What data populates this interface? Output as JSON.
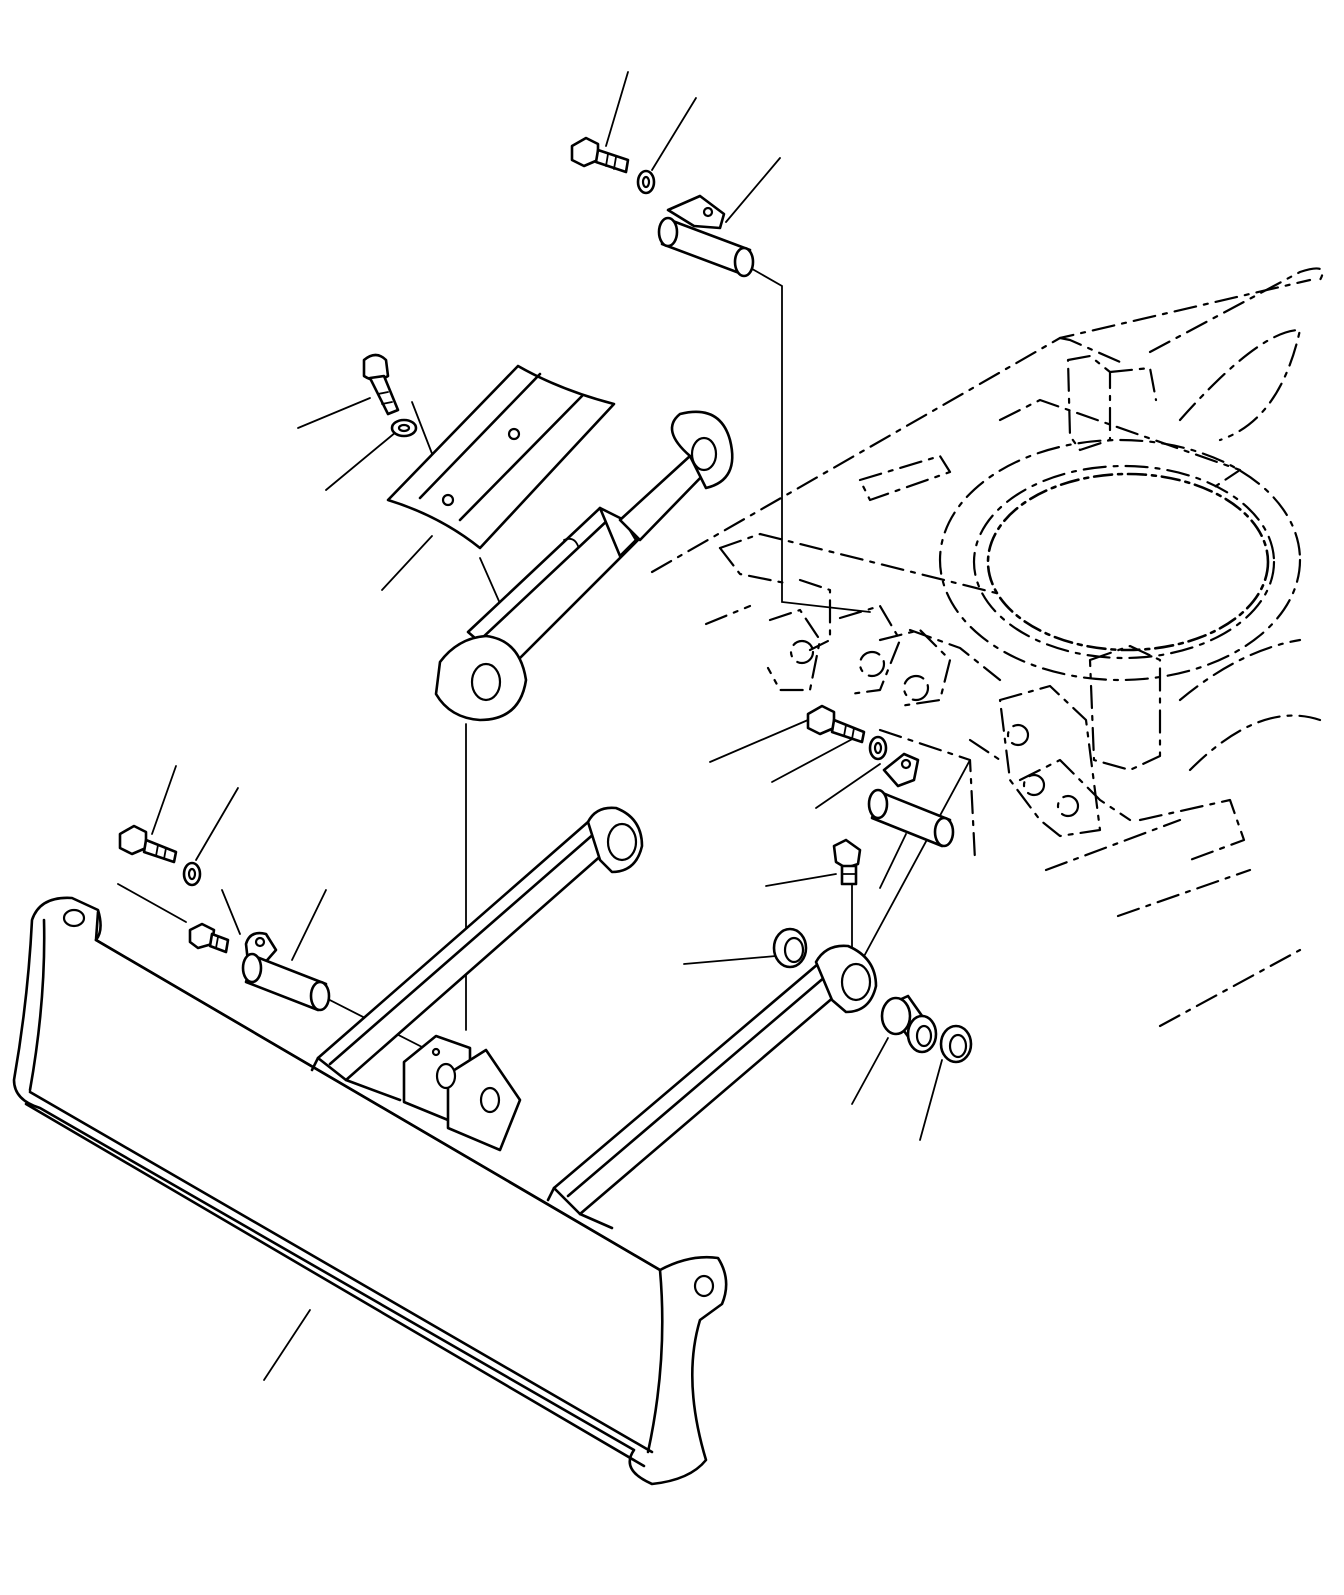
{
  "drawing": {
    "type": "exploded-parts-diagram",
    "colors": {
      "line": "#000000",
      "background": "#ffffff"
    },
    "parts": [
      "bolt-top",
      "washer-top",
      "pin-top",
      "bolt-cover",
      "washer-cover",
      "cylinder-cover",
      "blade-cylinder",
      "bolt-left",
      "washer-left",
      "grease-fitting-left",
      "pin-left",
      "bolt-right",
      "washer-right",
      "pin-right",
      "grease-fitting-right",
      "seal-right-outer",
      "bushing-right",
      "seal-right-inner",
      "blade-frame-arm-left",
      "blade-frame-arm-right",
      "dozer-blade",
      "track-frame-phantom"
    ]
  }
}
